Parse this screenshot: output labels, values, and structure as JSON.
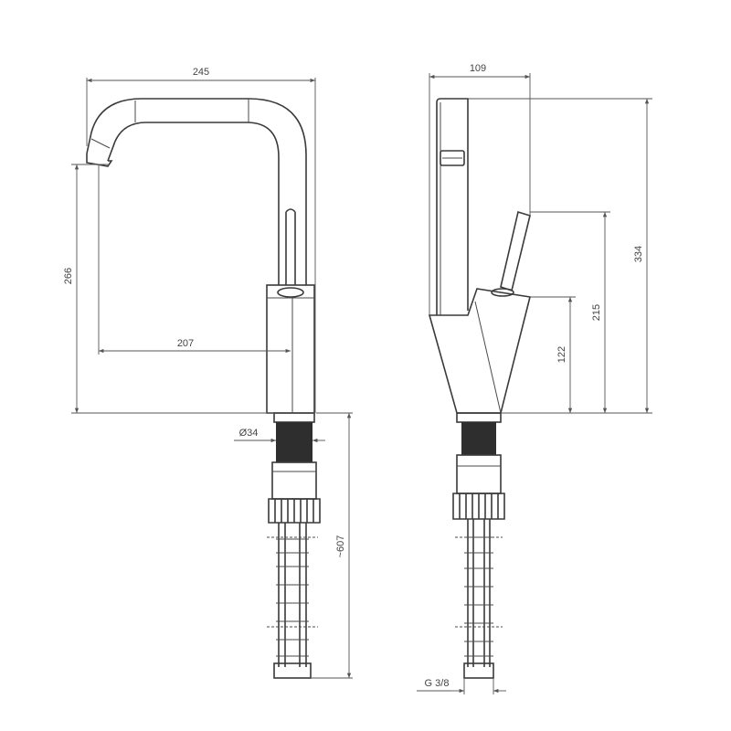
{
  "front_view": {
    "width_label": "245",
    "height_label": "266",
    "reach_label": "207",
    "diameter_label": "Ø34",
    "length_label": "~607"
  },
  "side_view": {
    "depth_label": "109",
    "overall_height_label": "334",
    "lever_height_label": "215",
    "body_height_label": "122",
    "thread_label": "G 3/8"
  }
}
